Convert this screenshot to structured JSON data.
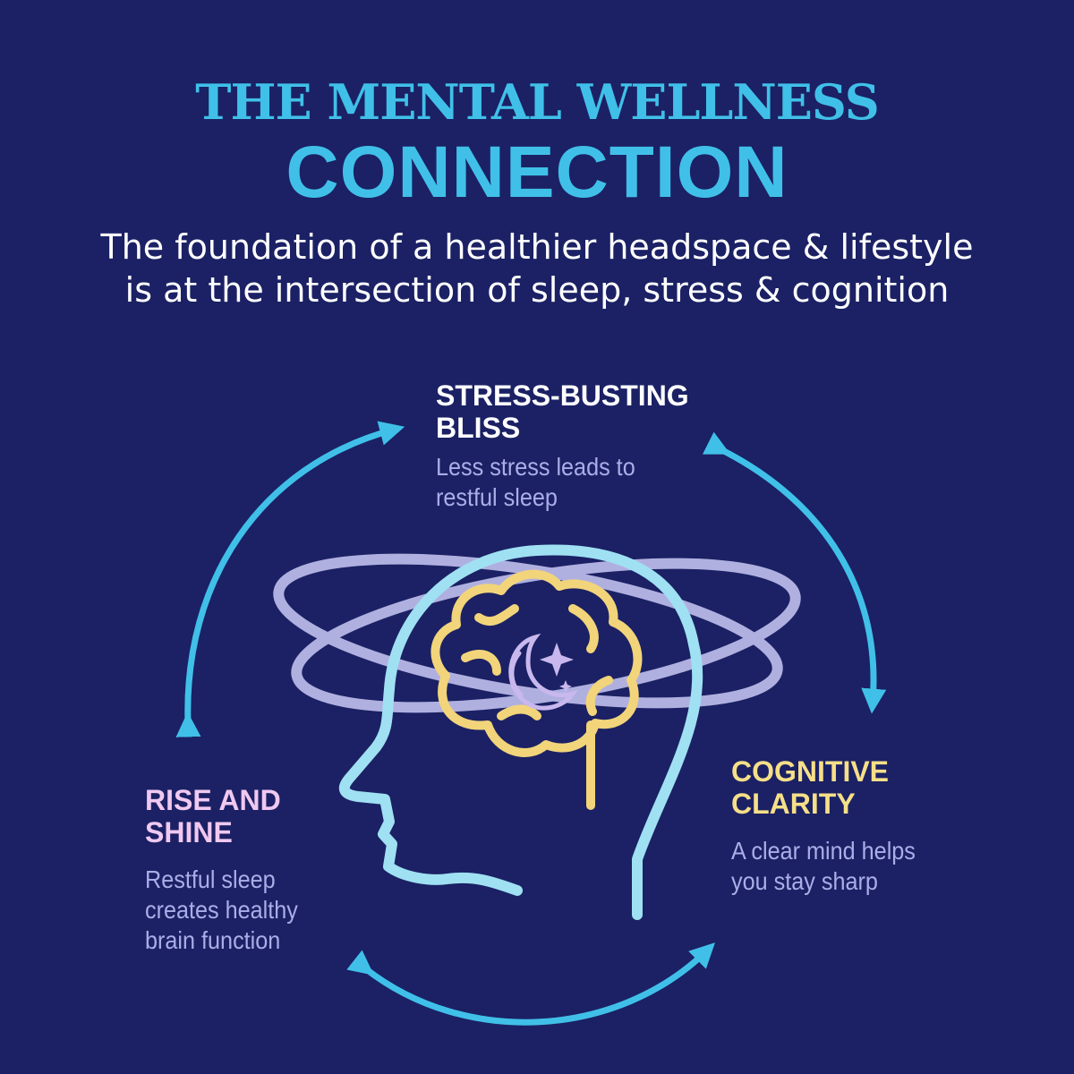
{
  "header": {
    "title_top": "THE MENTAL WELLNESS",
    "title_main": "CONNECTION",
    "subtitle_lines": [
      "The foundation of a healthier headspace & lifestyle",
      "is at the intersection of sleep, stress & cognition"
    ]
  },
  "sections": {
    "stress": {
      "heading_lines": [
        "STRESS-BUSTING",
        "BLISS"
      ],
      "desc_lines": [
        "Less stress leads to",
        "restful sleep"
      ],
      "heading_color": "#ffffff"
    },
    "rise": {
      "heading_lines": [
        "RISE AND",
        "SHINE"
      ],
      "desc_lines": [
        "Restful sleep",
        "creates healthy",
        "brain function"
      ],
      "heading_color": "#f0c8f0"
    },
    "cognitive": {
      "heading_lines": [
        "COGNITIVE",
        "CLARITY"
      ],
      "desc_lines": [
        "A clear mind helps",
        "you stay sharp"
      ],
      "heading_color": "#f6df88"
    }
  },
  "colors": {
    "background": "#1b2164",
    "accent": "#40c0e8",
    "head_outline": "#9fe0f2",
    "orbit": "#b0b0e0",
    "brain": "#f2d47a",
    "moon": "#c8b8ee"
  },
  "icons": [
    "head-profile-icon",
    "brain-icon",
    "moon-icon",
    "star-icon",
    "orbit-rings-icon",
    "cycle-arrow-icon"
  ]
}
